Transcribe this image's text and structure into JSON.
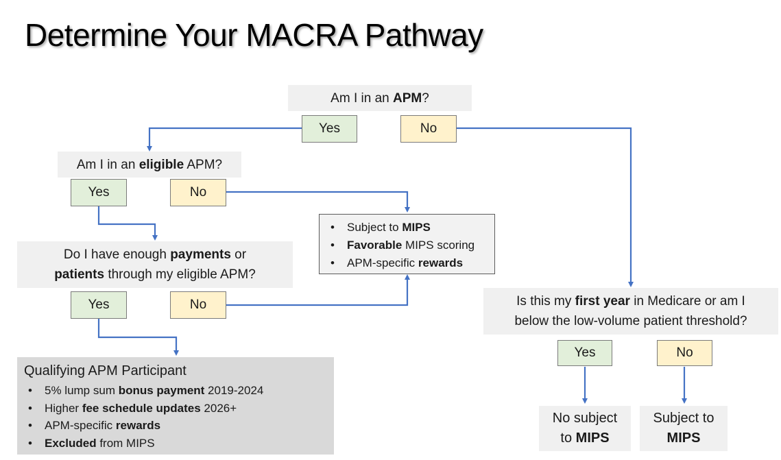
{
  "title": "Determine Your MACRA Pathway",
  "q1": {
    "pre": "Am I in an ",
    "bold": "APM",
    "post": "?"
  },
  "q1_yes": "Yes",
  "q1_no": "No",
  "q2": {
    "pre": "Am I in an ",
    "bold": "eligible",
    "post": " APM?"
  },
  "q2_yes": "Yes",
  "q2_no": "No",
  "q3": {
    "l1_pre": "Do I have enough ",
    "l1_bold": "payments",
    "l1_post": " or",
    "l2_bold": "patients",
    "l2_post": " through my eligible APM?"
  },
  "q3_yes": "Yes",
  "q3_no": "No",
  "mips_box": {
    "b1_pre": "Subject to ",
    "b1_bold": "MIPS",
    "b2_bold": "Favorable",
    "b2_post": " MIPS scoring",
    "b3_pre": "APM-specific ",
    "b3_bold": "rewards"
  },
  "q4": {
    "l1_pre": "Is this my ",
    "l1_bold": "first year",
    "l1_post": " in Medicare or am I",
    "l2": "below the low-volume patient threshold?"
  },
  "q4_yes": "Yes",
  "q4_no": "No",
  "qap": {
    "title": "Qualifying APM Participant",
    "b1_pre": "5% lump sum ",
    "b1_bold": "bonus payment",
    "b1_post": " 2019-2024",
    "b2_pre": "Higher ",
    "b2_bold": "fee schedule updates",
    "b2_post": " 2026+",
    "b3_pre": "APM-specific ",
    "b3_bold": "rewards",
    "b4_bold": "Excluded",
    "b4_post": " from MIPS"
  },
  "res_yes": {
    "l1": "No subject",
    "l2_pre": "to ",
    "l2_bold": "MIPS"
  },
  "res_no": {
    "l1": "Subject to",
    "l2_bold": "MIPS"
  },
  "colors": {
    "arrow": "#4472c4",
    "yes_fill": "#e2efda",
    "no_fill": "#fff2cc",
    "question_fill": "#f0f0f0",
    "qap_fill": "#d9d9d9"
  }
}
